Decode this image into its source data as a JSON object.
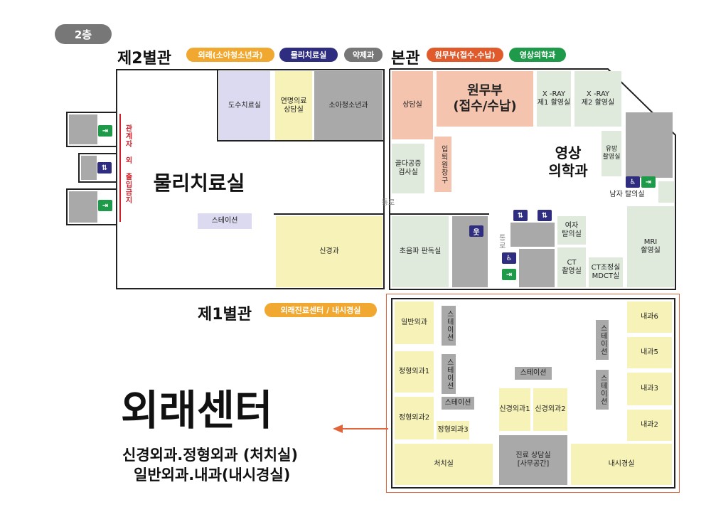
{
  "floor_badge": "2층",
  "buildings": {
    "annex2": {
      "title": "제2별관",
      "tags": [
        "외래(소아청소년과)",
        "물리치료실",
        "약제과"
      ]
    },
    "main": {
      "title": "본관",
      "tags": [
        "원무부(접수.수납)",
        "영상의학과"
      ]
    },
    "annex1": {
      "title": "제1별관",
      "tags": [
        "외래진료센터 / 내시경실"
      ]
    }
  },
  "colors": {
    "orange": "#f0a830",
    "navy": "#2e2d7f",
    "gray": "#777777",
    "red": "#e05a2b",
    "green": "#1f9a4a",
    "outline": "#e0653a"
  },
  "icons": [
    "emergency-exit-icon",
    "elevator-icon",
    "restroom-icon",
    "accessible-icon"
  ],
  "annex2_rooms": {
    "dosu": "도수치료실",
    "yeonmyeong": "연명의료\n상담실",
    "peds": "소아청소년과",
    "pt": "물리치료실",
    "station": "스테이션",
    "ns": "신경과",
    "restricted": "관계자 외 출입금지"
  },
  "main_rooms": {
    "consult": "상담실",
    "admin": "원무부\n(접수/수납)",
    "xray1": "X -RAY\n제1 촬영실",
    "xray2": "X -RAY\n제2 촬영실",
    "bone": "골다공증\n검사실",
    "entry": "입퇴원창구",
    "radiology": "영상\n의학과",
    "mammo": "유방\n촬영실",
    "men_changing": "남자 탈의실",
    "corridor": "통로",
    "corridor2": "통로",
    "ultra": "초음파 판독실",
    "women_changing": "여자\n탈의실",
    "ct": "CT\n촬영실",
    "ct_control": "CT조정실\nMDCT실",
    "mri": "MRI\n촬영실"
  },
  "annex1_rooms": {
    "gs": "일반외과",
    "station_v1": "스테이션",
    "os1": "정형외과1",
    "station_v2": "스테이션",
    "station_h1": "스테이션",
    "os2": "정형외과2",
    "os3": "정형외과3",
    "station_h2": "스테이션",
    "ns1": "신경외과1",
    "ns2": "신경외과2",
    "station_v3": "스테이션",
    "station_v4": "스테이션",
    "im6": "내과6",
    "im5": "내과5",
    "im3": "내과3",
    "im2": "내과2",
    "treat": "처치실",
    "consult": "진료 상담실\n[사무공간]",
    "endo": "내시경실"
  },
  "outpatient": {
    "title": "외래센터",
    "line1": "신경외과.정형외과 (처치실)",
    "line2": "일반외과.내과(내시경실)"
  }
}
